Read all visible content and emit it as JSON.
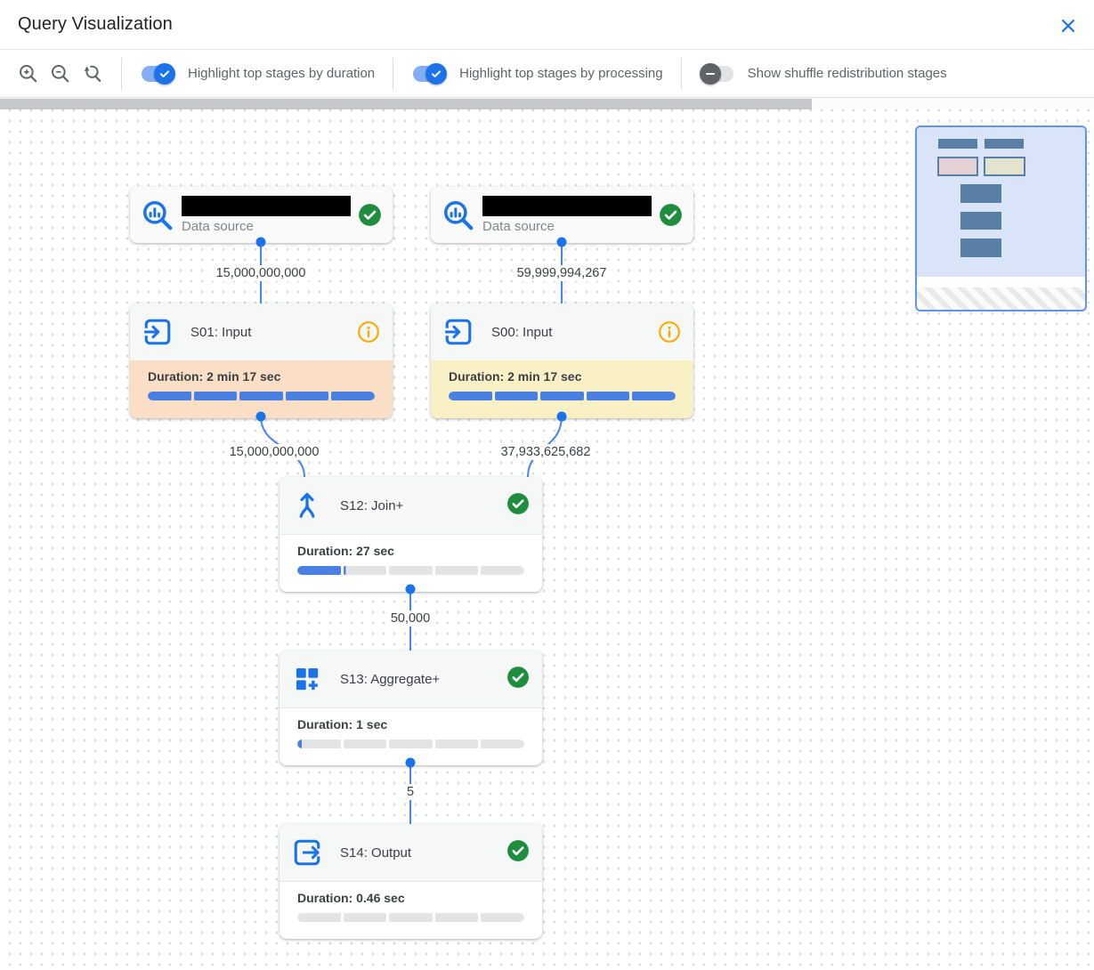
{
  "header": {
    "title": "Query Visualization"
  },
  "toolbar": {
    "zoom_icons": [
      "magnifier-plus",
      "magnifier-minus",
      "magnifier-reset"
    ],
    "toggles": [
      {
        "label": "Highlight top stages by duration",
        "on": true
      },
      {
        "label": "Highlight top stages by processing",
        "on": true
      },
      {
        "label": "Show shuffle redistribution stages",
        "on": false
      }
    ]
  },
  "colors": {
    "accent_blue": "#1a73e8",
    "edge_blue": "#4285f4",
    "success_green": "#1e8e3e",
    "info_orange": "#f9ab00",
    "duration_highlight": "#fadec5",
    "processing_highlight": "#faf0c6",
    "progress_blue": "#4b80e3",
    "progress_gray": "#e4e4e4"
  },
  "canvas": {
    "datasources": [
      {
        "label": "Data source",
        "title_redacted": true,
        "status": "completed"
      },
      {
        "label": "Data source",
        "title_redacted": true,
        "status": "completed"
      }
    ],
    "stages": [
      {
        "title": "S01: Input",
        "duration_label": "Duration: 2 min 17 sec",
        "progress_pct": 100,
        "highlight": "duration",
        "status": "info"
      },
      {
        "title": "S00: Input",
        "duration_label": "Duration: 2 min 17 sec",
        "progress_pct": 100,
        "highlight": "processing",
        "status": "info"
      },
      {
        "title": "S12: Join+",
        "duration_label": "Duration: 27 sec",
        "progress_pct": 21,
        "highlight": "none",
        "status": "completed"
      },
      {
        "title": "S13: Aggregate+",
        "duration_label": "Duration: 1 sec",
        "progress_pct": 2,
        "highlight": "none",
        "status": "completed"
      },
      {
        "title": "S14: Output",
        "duration_label": "Duration: 0.46 sec",
        "progress_pct": 0,
        "highlight": "none",
        "status": "completed"
      }
    ],
    "edge_labels": [
      "15,000,000,000",
      "59,999,994,267",
      "15,000,000,000",
      "37,933,625,682",
      "50,000",
      "5"
    ]
  }
}
